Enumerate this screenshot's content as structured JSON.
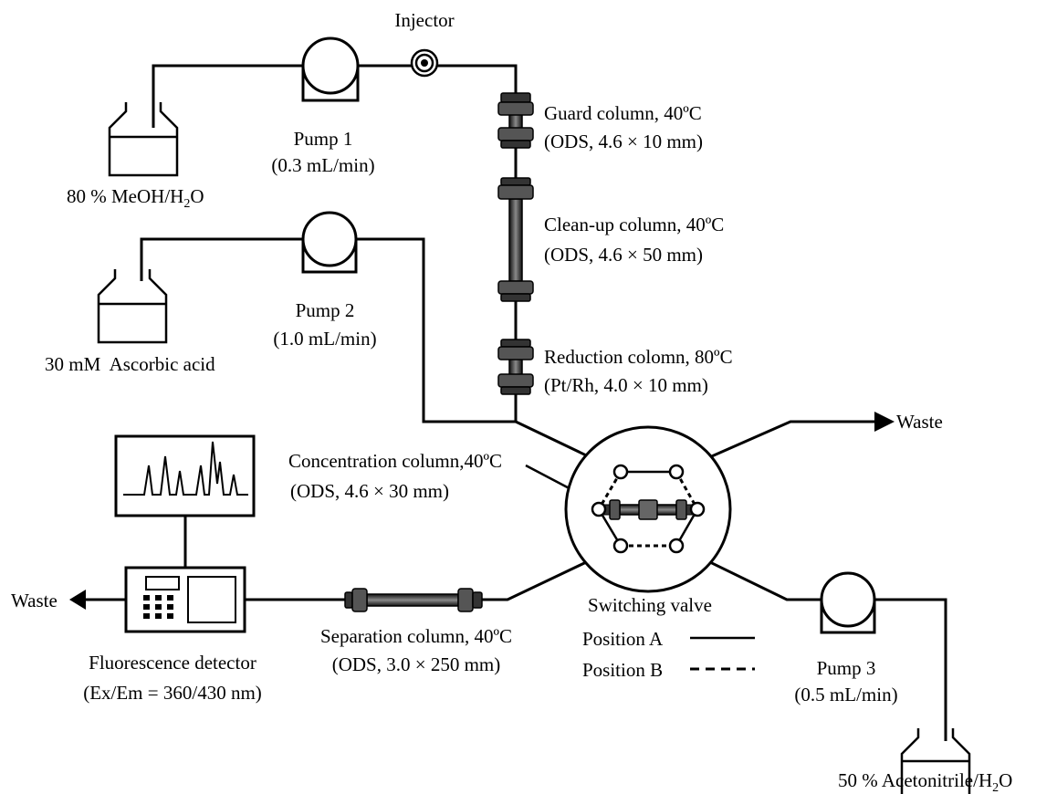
{
  "injector": {
    "label": "Injector"
  },
  "solvent1": {
    "text": "80 % MeOH/H",
    "sub": "2",
    "tail": "O"
  },
  "pump1": {
    "name": "Pump 1",
    "rate": "(0.3 mL/min)"
  },
  "guard_column": {
    "name": "Guard column, 40ºC",
    "spec": "(ODS, 4.6 × 10 mm)"
  },
  "cleanup_column": {
    "name": "Clean-up column, 40ºC",
    "spec": "(ODS, 4.6 × 50 mm)"
  },
  "solvent2": {
    "text": "30 mM  Ascorbic acid"
  },
  "pump2": {
    "name": "Pump 2",
    "rate": "(1.0 mL/min)"
  },
  "reduction_column": {
    "name": "Reduction colomn, 80ºC",
    "spec": "(Pt/Rh, 4.0 × 10 mm)"
  },
  "waste_top": {
    "label": "Waste"
  },
  "concentration_column": {
    "name": "Concentration column,40ºC",
    "spec": "(ODS, 4.6 × 30 mm)"
  },
  "switching_valve": {
    "name": "Switching valve"
  },
  "legend": {
    "a": "Position A",
    "b": "Position B"
  },
  "waste_left": {
    "label": "Waste"
  },
  "separation_column": {
    "name": "Separation column, 40ºC",
    "spec": "(ODS, 3.0 × 250 mm)"
  },
  "detector": {
    "name": "Fluorescence detector",
    "spec": "(Ex/Em = 360/430 nm)"
  },
  "pump3": {
    "name": "Pump 3",
    "rate": "(0.5 mL/min)"
  },
  "solvent3": {
    "text": "50 % Acetonitrile/H",
    "sub": "2",
    "tail": "O"
  }
}
